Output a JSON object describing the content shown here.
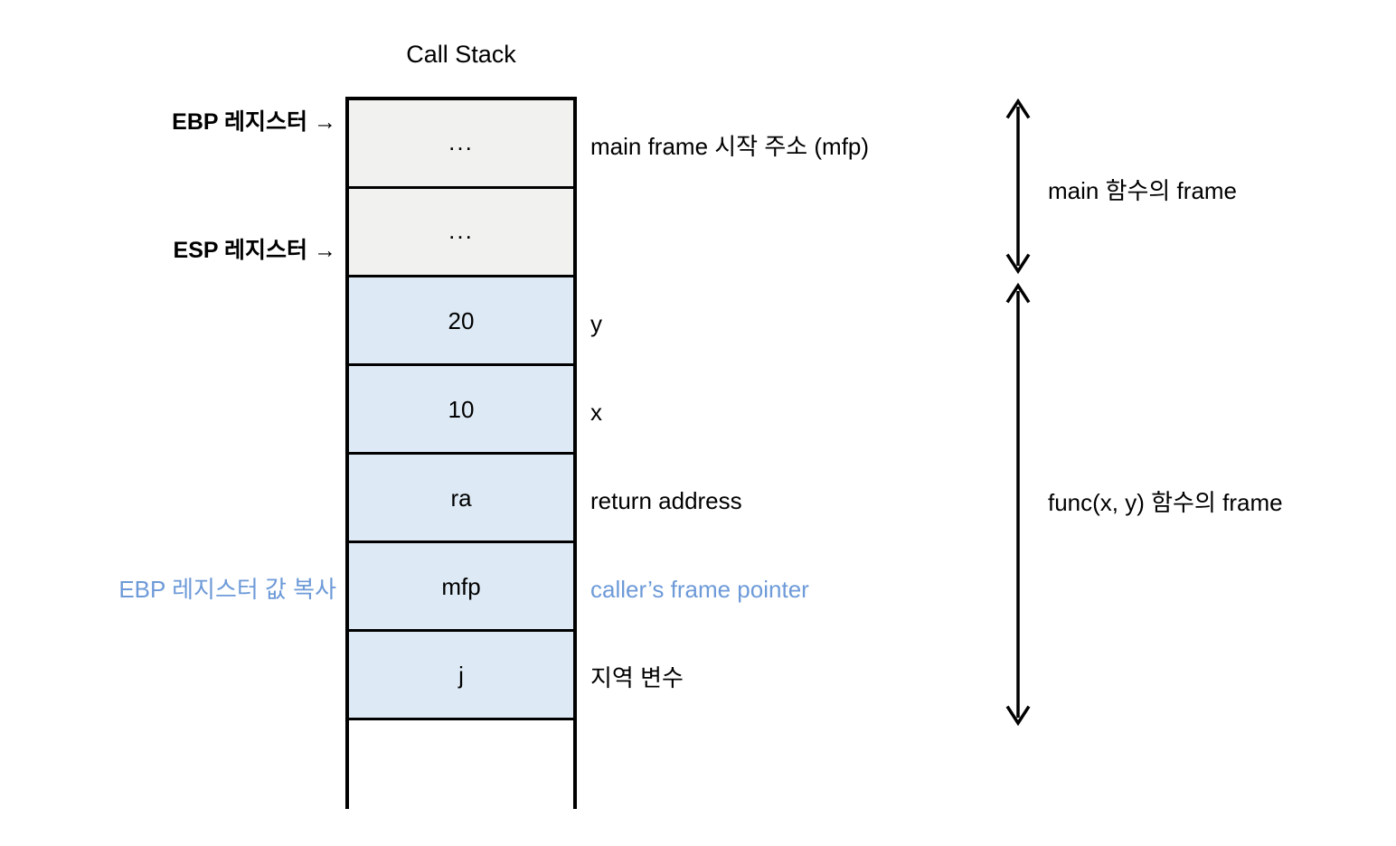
{
  "diagram": {
    "title": "Call Stack",
    "colors": {
      "cell_gray": "#f1f1f0",
      "cell_blue": "#dde9f4",
      "accent_blue": "#6d9ad8",
      "stroke": "#000000",
      "background": "#ffffff"
    }
  },
  "registers": [
    {
      "label": "EBP 레지스터 →",
      "target_row": 0
    },
    {
      "label": "ESP 레지스터 →",
      "target_row": 1
    }
  ],
  "notes": {
    "ebp_copy": "EBP 레지스터 값 복사"
  },
  "stack": {
    "rows": [
      {
        "value": "...",
        "fill": "gray",
        "note": "main frame 시작 주소 (mfp)",
        "note_color": "black"
      },
      {
        "value": "...",
        "fill": "gray",
        "note": "",
        "note_color": "black"
      },
      {
        "value": "20",
        "fill": "blue",
        "note": "y",
        "note_color": "black"
      },
      {
        "value": "10",
        "fill": "blue",
        "note": "x",
        "note_color": "black"
      },
      {
        "value": "ra",
        "fill": "blue",
        "note": "return address",
        "note_color": "black"
      },
      {
        "value": "mfp",
        "fill": "blue",
        "note": "caller’s frame pointer",
        "note_color": "blue"
      },
      {
        "value": "j",
        "fill": "blue",
        "note": "지역 변수",
        "note_color": "black"
      },
      {
        "value": "",
        "fill": "none",
        "note": "",
        "note_color": "black"
      }
    ]
  },
  "frames": [
    {
      "caption": "main 함수의 frame",
      "spans_rows": "0-1"
    },
    {
      "caption": "func(x, y) 함수의 frame",
      "spans_rows": "2-6"
    }
  ]
}
